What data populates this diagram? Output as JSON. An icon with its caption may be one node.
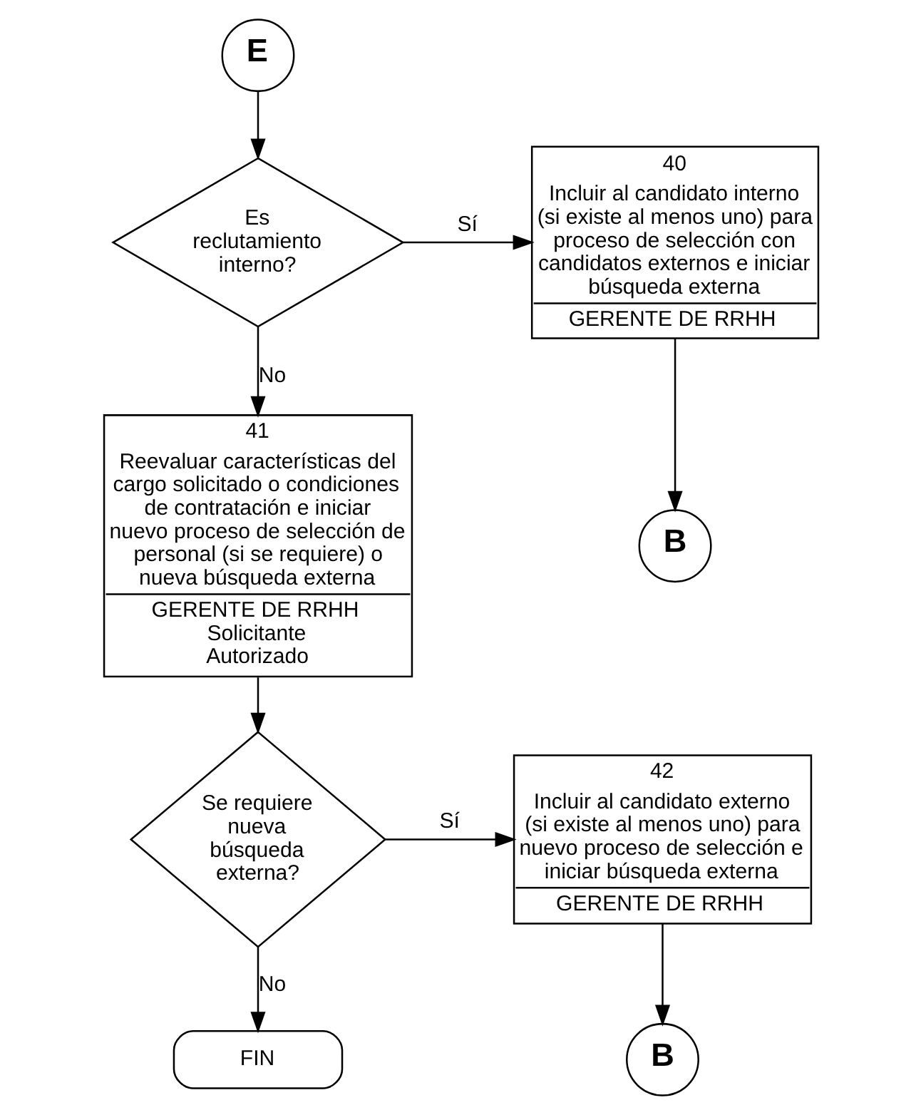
{
  "diagram": {
    "nodes": [
      {
        "text": [
          "E"
        ]
      },
      {
        "text": [
          "Es reclutamiento interno?"
        ]
      },
      {
        "text": [
          "40",
          "Incluir al candidato interno (si existe al menos uno) para proceso de selección con candidatos externos e iniciar búsqueda externa",
          "GERENTE DE RRHH"
        ]
      },
      {
        "text": [
          "B"
        ]
      },
      {
        "text": [
          "41",
          "Reevaluar características del cargo solicitado o condiciones de contratación e iniciar nuevo proceso de selección de personal (si se requiere) o nueva búsqueda externa",
          "GERENTE DE RRHH Solicitante Autorizado"
        ]
      },
      {
        "text": [
          "Se requiere nueva búsqueda externa?"
        ]
      },
      {
        "text": [
          "42",
          "Incluir al candidato externo (si existe al menos uno) para nuevo proceso de selección e iniciar búsqueda externa",
          "GERENTE DE RRHH"
        ]
      },
      {
        "text": [
          "B"
        ]
      },
      {
        "text": [
          "FIN"
        ]
      }
    ],
    "edges": [
      {
        "from": 0,
        "to": 1,
        "arrow": "to"
      },
      {
        "from": 1,
        "to": 2,
        "arrow": "to",
        "label": "Sí"
      },
      {
        "from": 2,
        "to": 3,
        "arrow": "to"
      },
      {
        "from": 1,
        "to": 4,
        "arrow": "to",
        "label": "No"
      },
      {
        "from": 4,
        "to": 5,
        "arrow": "to"
      },
      {
        "from": 5,
        "to": 6,
        "arrow": "to",
        "label": "Sí"
      },
      {
        "from": 6,
        "to": 7,
        "arrow": "to"
      },
      {
        "from": 5,
        "to": 8,
        "arrow": "to",
        "label": "No"
      }
    ]
  }
}
